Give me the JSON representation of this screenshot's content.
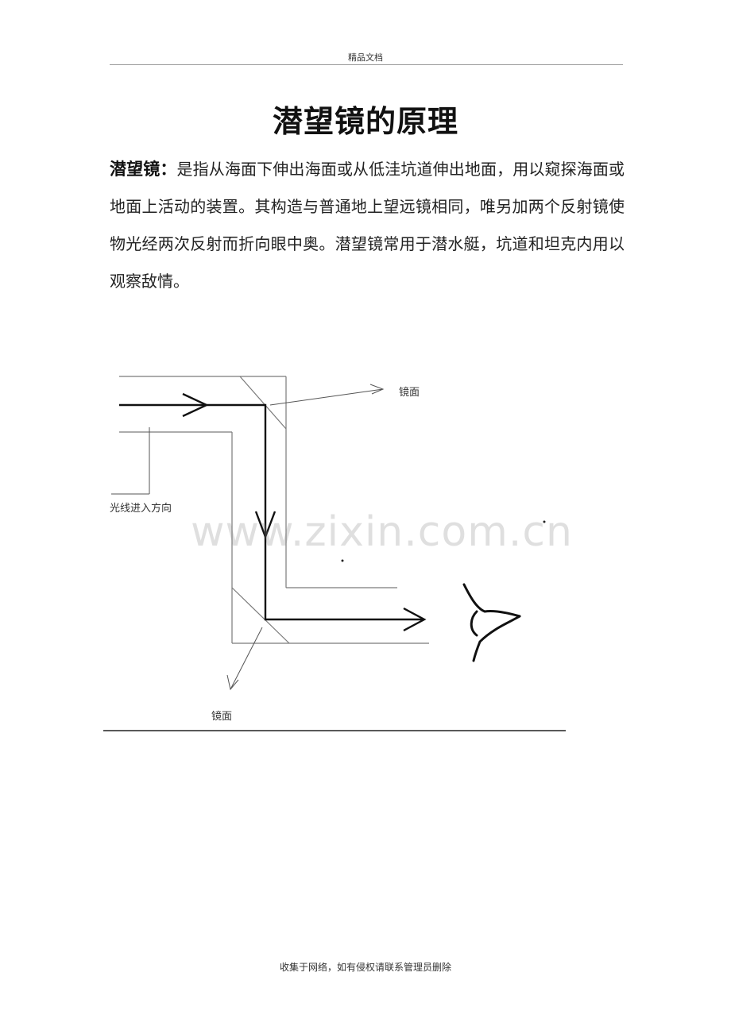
{
  "header": {
    "text": "精品文档"
  },
  "title": "潜望镜的原理",
  "body": {
    "term": "潜望镜：",
    "text": "是指从海面下伸出海面或从低洼坑道伸出地面，用以窥探海面或地面上活动的装置。其构造与普通地上望远镜相同，唯另加两个反射镜使物光经两次反射而折向眼中奥。潜望镜常用于潜水艇，坑道和坦克内用以观察敌情。"
  },
  "diagram": {
    "label_mirror_top": "镜面",
    "label_mirror_bottom": "镜面",
    "label_light_direction": "光线进入方向"
  },
  "watermark": "www.zixin.com.cn",
  "footer": {
    "text": "收集于网络，如有侵权请联系管理员删除"
  }
}
